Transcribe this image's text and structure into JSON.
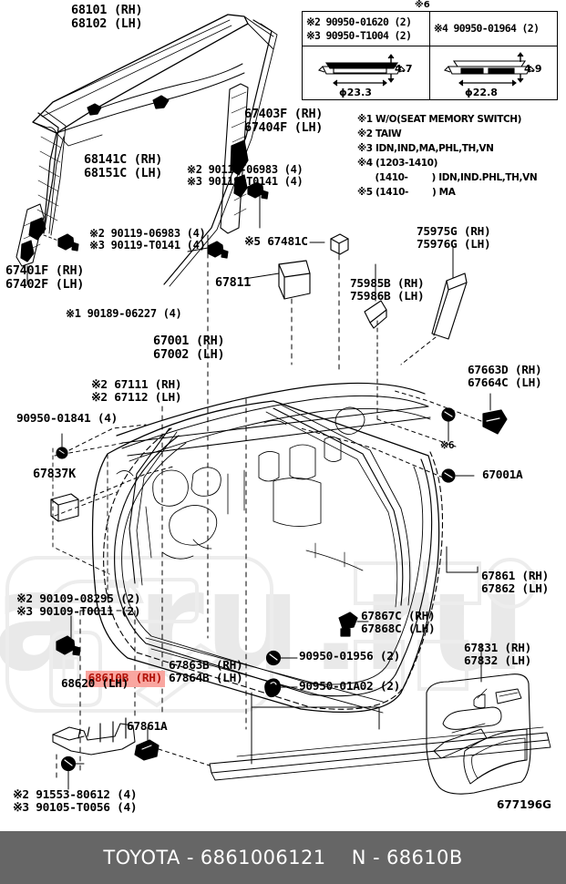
{
  "diagram": {
    "drawing_number": "677196G",
    "highlight_color": "#f9a6a0",
    "highlight_text_color": "#b3140b"
  },
  "legend": {
    "marker_top": "※6",
    "left": {
      "line1": "※2 90950-01620 (2)",
      "line2": "※3 90950-T1004 (2)",
      "dim_height": "4.7",
      "dim_width": "φ23.3"
    },
    "right": {
      "line1": "※4 90950-01964 (2)",
      "dim_height": "4.9",
      "dim_width": "φ22.8"
    }
  },
  "footnotes": [
    "※1 W/O(SEAT MEMORY SWITCH)",
    "※2 TAIW",
    "※3 IDN,IND,MA,PHL,TH,VN",
    "※4 (1203-1410)",
    "      (1410-        ) IDN,IND.PHL,TH,VN",
    "※5 (1410-        ) MA"
  ],
  "labels": {
    "glass": "68101 (RH)\n68102 (LH)",
    "run_channel": "68141C (RH)\n68151C (LH)",
    "div_bar": "67403F (RH)\n67404F (LH)",
    "screw_div": "※2 90119-06983 (4)\n※3 90119-T0141 (4)",
    "screw_reg": "※2 90119-06983 (4)\n※3 90119-T0141 (4)",
    "regulator": "67401F (RH)\n67402F (LH)",
    "bolt_panel": "※1 90189-06227 (4)",
    "door_panel": "67001 (RH)\n67002 (LH)",
    "door_shell": "※2 67111 (RH)\n※2 67112 (LH)",
    "clip_01841": "90950-01841 (4)",
    "pad_67837K": "67837K",
    "cap_67481C": "※5 67481C",
    "stopper_67811": "67811",
    "trim_75985B": "75985B (RH)\n75986B (LH)",
    "trim_75975G": "75975G (RH)\n75976G (LH)",
    "clip_67663D": "67663D (RH)\n67664C (LH)",
    "clip_67001A": "67001A",
    "mark6_center": "※6",
    "weatherstrip_67861": "67861 (RH)\n67862 (LH)",
    "retainer_67867C": "67867C (RH)\n67868C (LH)",
    "clip_01956": "90950-01956 (2)",
    "clip_01A02": "90950-01A02 (2)",
    "cover_67831": "67831 (RH)\n67832 (LH)",
    "screw_hinge": "※2 90109-08295 (2)\n※3 90109-T0011 (2)",
    "check_assy": "68610B (RH)",
    "check_assy_lh": "68620 (LH)",
    "belt_moulding": "67863B (RH)\n67864B (LH)",
    "clip_67861A": "67861A",
    "bolt_check": "※2 91553-80612 (4)\n※3 90105-T0056 (4)"
  },
  "footer": {
    "brand_line": "TOYOTA - 6861006121    N - 68610B"
  },
  "watermark": {
    "text_a": "a",
    "text_b": "ru",
    "text_c": ".ru"
  }
}
